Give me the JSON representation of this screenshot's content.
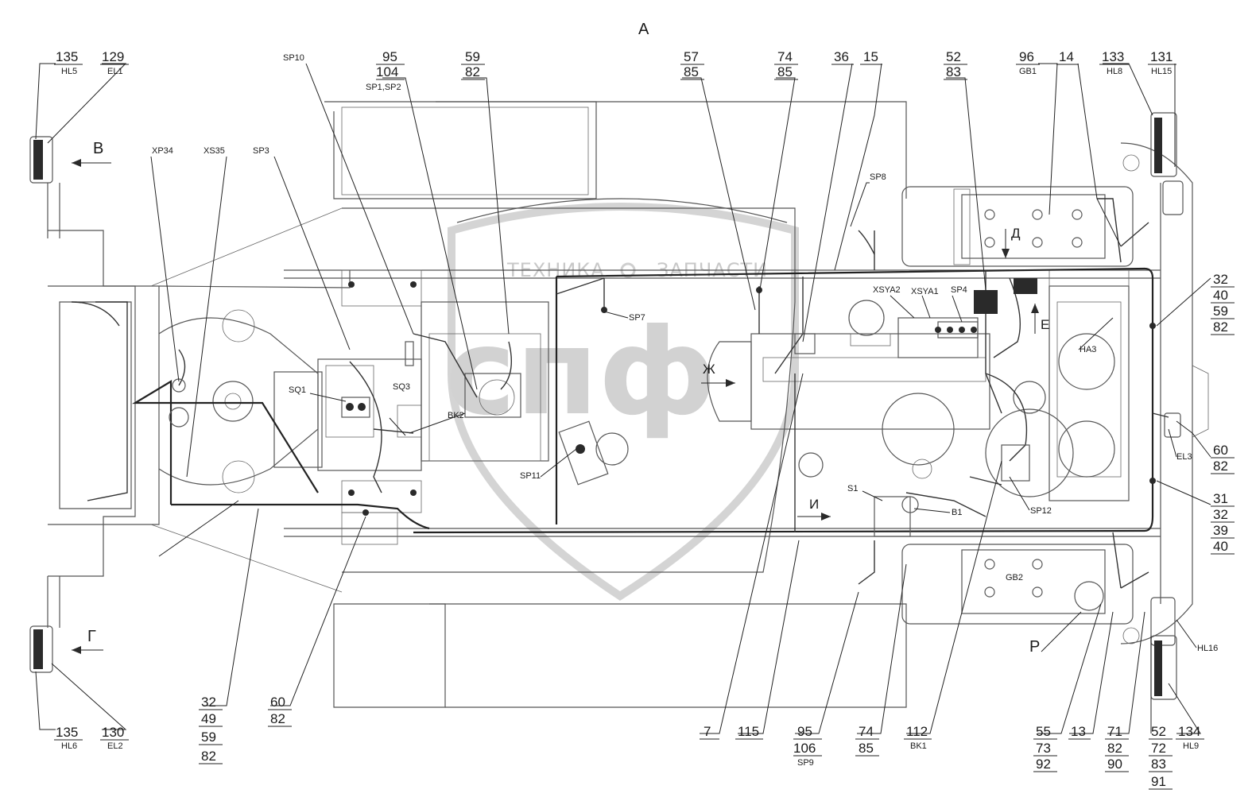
{
  "view_label": "А",
  "watermark": {
    "text_left": "ТЕХНИКА",
    "text_right": "ЗАПЧАСТИ",
    "logo_text": "спф"
  },
  "views": {
    "b": "В",
    "g": "Г",
    "d": "Д",
    "e": "Е",
    "zh": "Ж",
    "i": "И",
    "r": "Р"
  },
  "codes": {
    "xp34": "XP34",
    "xs35": "XS35",
    "sp3": "SP3",
    "sp10": "SP10",
    "sp1_sp2": "SP1,SP2",
    "sp8": "SP8",
    "sp7": "SP7",
    "sp4": "SP4",
    "xsya2": "XSYA2",
    "xsya1": "XSYA1",
    "ha3": "HA3",
    "sq1": "SQ1",
    "sq3": "SQ3",
    "bk2": "BK2",
    "sp11": "SP11",
    "s1": "S1",
    "b1": "B1",
    "sp12": "SP12",
    "gb2": "GB2",
    "el3": "EL3",
    "hl16": "HL16"
  },
  "callouts": [
    {
      "id": "c-135-hl5",
      "lines": [
        "135"
      ],
      "code": "HL5"
    },
    {
      "id": "c-129-el1",
      "lines": [
        "129"
      ],
      "code": "EL1"
    },
    {
      "id": "c-95-104",
      "lines": [
        "95",
        "104"
      ],
      "code": ""
    },
    {
      "id": "c-59-82",
      "lines": [
        "59",
        "82"
      ],
      "code": ""
    },
    {
      "id": "c-57-85",
      "lines": [
        "57",
        "85"
      ],
      "code": ""
    },
    {
      "id": "c-74-85-top",
      "lines": [
        "74",
        "85"
      ],
      "code": ""
    },
    {
      "id": "c-36",
      "lines": [
        "36"
      ],
      "code": ""
    },
    {
      "id": "c-15",
      "lines": [
        "15"
      ],
      "code": ""
    },
    {
      "id": "c-52-83",
      "lines": [
        "52",
        "83"
      ],
      "code": ""
    },
    {
      "id": "c-96-gb1",
      "lines": [
        "96"
      ],
      "code": "GB1"
    },
    {
      "id": "c-14",
      "lines": [
        "14"
      ],
      "code": ""
    },
    {
      "id": "c-133-hl8",
      "lines": [
        "133"
      ],
      "code": "HL8"
    },
    {
      "id": "c-131-hl15",
      "lines": [
        "131"
      ],
      "code": "HL15"
    },
    {
      "id": "c-32-40-59-82",
      "lines": [
        "32",
        "40",
        "59",
        "82"
      ],
      "code": ""
    },
    {
      "id": "c-60-82-right",
      "lines": [
        "60",
        "82"
      ],
      "code": ""
    },
    {
      "id": "c-31-32-39-40",
      "lines": [
        "31",
        "32",
        "39",
        "40"
      ],
      "code": ""
    },
    {
      "id": "c-135-hl6",
      "lines": [
        "135"
      ],
      "code": "HL6"
    },
    {
      "id": "c-130-el2",
      "lines": [
        "130"
      ],
      "code": "EL2"
    },
    {
      "id": "c-32-49-59-82",
      "lines": [
        "32",
        "49",
        "59",
        "82"
      ],
      "code": ""
    },
    {
      "id": "c-60-82-left",
      "lines": [
        "60",
        "82"
      ],
      "code": ""
    },
    {
      "id": "c-7",
      "lines": [
        "7"
      ],
      "code": ""
    },
    {
      "id": "c-115",
      "lines": [
        "115"
      ],
      "code": ""
    },
    {
      "id": "c-95-106-sp9",
      "lines": [
        "95",
        "106"
      ],
      "code": "SP9"
    },
    {
      "id": "c-74-85-bottom",
      "lines": [
        "74",
        "85"
      ],
      "code": ""
    },
    {
      "id": "c-112-bk1",
      "lines": [
        "112"
      ],
      "code": "BK1"
    },
    {
      "id": "c-55-73-92",
      "lines": [
        "55",
        "73",
        "92"
      ],
      "code": ""
    },
    {
      "id": "c-13",
      "lines": [
        "13"
      ],
      "code": ""
    },
    {
      "id": "c-71-82-90",
      "lines": [
        "71",
        "82",
        "90"
      ],
      "code": ""
    },
    {
      "id": "c-52-72-83-91",
      "lines": [
        "52",
        "72",
        "83",
        "91"
      ],
      "code": ""
    },
    {
      "id": "c-134-hl9",
      "lines": [
        "134"
      ],
      "code": "HL9"
    }
  ]
}
